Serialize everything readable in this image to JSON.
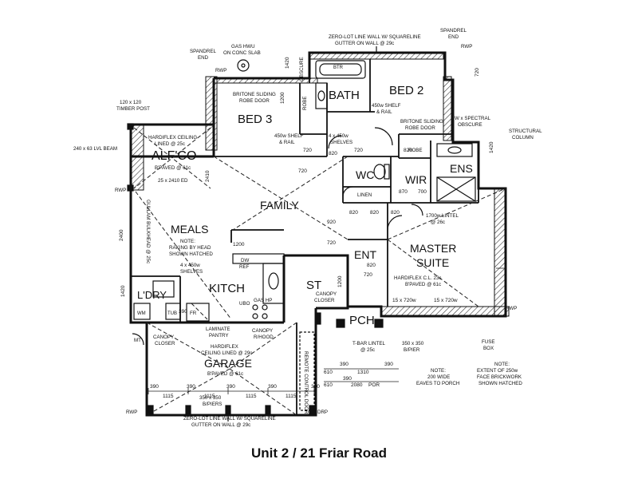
{
  "caption": "Unit 2 / 21 Friar Road",
  "rooms": {
    "bath": "BATH",
    "bed2": "BED 2",
    "bed3": "BED 3",
    "alfco": "ALF'CO",
    "family": "FAMILY",
    "meals": "MEALS",
    "kitch": "KITCH",
    "ldry": "L'DRY",
    "wc": "WC",
    "wir": "WIR",
    "ens": "ENS",
    "ent": "ENT",
    "master": "MASTER",
    "suite": "SUITE",
    "st": "ST",
    "pch": "PCH",
    "garage": "GARAGE"
  },
  "notes": {
    "zero_lot_top_1": "ZERO-LOT LINE WALL W/ SQUARELINE",
    "zero_lot_top_2": "GUTTER ON WALL @ 29c",
    "zero_lot_bot_1": "ZERO-LOT LINE WALL W/ SQUARELINE",
    "zero_lot_bot_2": "GUTTER ON WALL @ 29c",
    "spandrel_left_1": "SPANDREL",
    "spandrel_left_2": "END",
    "spandrel_right_1": "SPANDREL",
    "spandrel_right_2": "END",
    "gas_hwu_1": "GAS HWU",
    "gas_hwu_2": "ON CONC SLAB",
    "rwp_tl": "RWP",
    "rwp_tr": "RWP",
    "rwp_left": "RWP",
    "rwp_right": "RWP",
    "rwp_bl": "RWP",
    "drp": "DRP",
    "timber_post_1": "120 x 120",
    "timber_post_2": "TIMBER POST",
    "lvl_beam": "240 x 63 LVL BEAM",
    "hardiflex_alfco_1": "HARDIFLEX CEILING",
    "hardiflex_alfco_2": "LINED @ 25c",
    "hardiflex_alfco_3": "B'PAVED @ 61c",
    "hardiflex_alfco_4": "25 x 2410 ED",
    "bed3_robe_1": "BRITONE SLIDING",
    "bed3_robe_2": "ROBE DOOR",
    "bed3_shelf_1": "450w SHELF",
    "bed3_shelf_2": "& RAIL",
    "bed2_shelf_1": "450w SHELF",
    "bed2_shelf_2": "& RAIL",
    "bed2_robe_1": "BRITONE SLIDING",
    "bed2_robe_2": "ROBE DOOR",
    "linen_shelves_1": "4 x 450w",
    "linen_shelves_2": "SHELVES",
    "linen": "LINEN",
    "robe_bed3": "ROBE",
    "robe_bed2": "ROBE",
    "structural_1": "STRUCTURAL",
    "structural_2": "COLUMN",
    "spectral_1": "W x SPECTRAL",
    "spectral_2": "OBSCURE",
    "obscure_top": "OBSCURE",
    "lintel_1": "1700w LINTEL",
    "lintel_2": "@ 26c",
    "meals_note_1": "NOTE:",
    "meals_note_2": "RAKING BY HEAD",
    "meals_note_3": "SHOWN HATCHED",
    "meals_shelves_1": "4 x 450w",
    "meals_shelves_2": "SHELVES",
    "bulkhead": "GULLAM BULKHEAD @ 25c",
    "dw": "DW",
    "ref": "REF",
    "fr": "FR",
    "ubo": "UBO",
    "gas_hp": "GAS HP",
    "canopy_rhood_1": "CANOPY",
    "canopy_rhood_2": "R/HOOD",
    "laminate_pantry_1": "LAMINATE",
    "laminate_pantry_2": "PANTRY",
    "canopy_closer_l_1": "CANOPY",
    "canopy_closer_l_2": "CLOSER",
    "canopy_closer_r_1": "CANOPY",
    "canopy_closer_r_2": "CLOSER",
    "master_hardiflex_1": "HARDIFLEX C.L. 23c",
    "master_hardiflex_2": "B'PAVED @ 61c",
    "garage_hardiflex_1": "HARDIFLEX",
    "garage_hardiflex_2": "CEILING LINED @ 29c",
    "garage_hardiflex_3": "B'PAVED @ 61c",
    "bipiers_1": "350 x 350",
    "bipiers_2": "B/PIERS",
    "bipier_r_1": "350 x 350",
    "bipier_r_2": "B/PIER",
    "tbar_1": "T-BAR LINTEL",
    "tbar_2": "@ 25c",
    "eaves_1": "NOTE:",
    "eaves_2": "200 WIDE",
    "eaves_3": "EAVES TO PORCH",
    "fuse_1": "FUSE",
    "fuse_2": "BOX",
    "extent_1": "NOTE:",
    "extent_2": "EXTENT OF 250w",
    "extent_3": "FACE BRICKWORK",
    "extent_4": "SHOWN HATCHED",
    "remote_door": "REMOTE CONTROL DOOR",
    "mt": "MT",
    "por": "POR"
  },
  "dims": {
    "d1200": "1200",
    "d720_bed3": "720",
    "d820_a": "820",
    "d820_b": "820",
    "d820_c": "820",
    "d820_d": "820",
    "d820_e": "820",
    "d720_a": "720",
    "d720_b": "720",
    "d720_c": "720",
    "d920": "920",
    "d870": "870",
    "d700": "700",
    "d720_wc": "720",
    "d2400": "2400",
    "d1200_k": "1200",
    "d820_ent": "820",
    "d1200_st": "1200",
    "d2410": "2410",
    "d1420": "1420",
    "d1420_r": "1420",
    "d15x720_a": "15 x 720w",
    "d15x720_b": "15 x 720w",
    "d390_a": "390",
    "d390_b": "390",
    "d390_c": "390",
    "d390_d": "390",
    "d390_e": "390",
    "d390_f": "390",
    "d1115_a": "1115",
    "d1115_b": "1115",
    "d1115_c": "1115",
    "d1115_d": "1115",
    "d610_a": "610",
    "d610_b": "610",
    "d1310": "1310",
    "d2080": "2080",
    "d390_g": "390",
    "d390_h": "390",
    "d390_i": "390",
    "d1420_w": "1420",
    "d720_top": "720"
  },
  "labels": {
    "btr": "BTR",
    "wm": "WM",
    "tub": "TUB"
  }
}
